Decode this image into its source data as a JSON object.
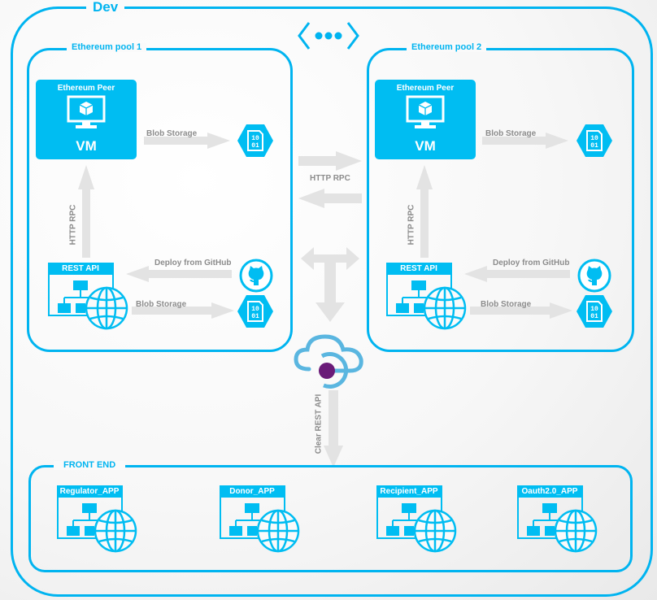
{
  "dev": {
    "label": "Dev"
  },
  "pools": [
    {
      "label": "Ethereum pool 1",
      "peer": {
        "title": "Ethereum Peer",
        "vm": "VM"
      },
      "blob_storage_top": "Blob Storage",
      "http_rpc": "HTTP RPC",
      "rest_api": "REST API",
      "deploy": "Deploy from GitHub",
      "blob_storage_bottom": "Blob Storage",
      "blob_text": [
        "10",
        "01"
      ]
    },
    {
      "label": "Ethereum pool 2",
      "peer": {
        "title": "Ethereum Peer",
        "vm": "VM"
      },
      "blob_storage_top": "Blob Storage",
      "http_rpc": "HTTP RPC",
      "rest_api": "REST API",
      "deploy": "Deploy from GitHub",
      "blob_storage_bottom": "Blob Storage",
      "blob_text": [
        "10",
        "01"
      ]
    }
  ],
  "between_pools": {
    "http_rpc": "HTTP RPC"
  },
  "cloud": {
    "clear_rest_api": "Clear REST API"
  },
  "frontend": {
    "label": "FRONT END",
    "apps": [
      {
        "label": "Regulator_APP"
      },
      {
        "label": "Donor_APP"
      },
      {
        "label": "Recipient_APP"
      },
      {
        "label": "Oauth2.0_APP"
      }
    ]
  },
  "colors": {
    "accent": "#00b4f0",
    "arrow": "#e3e3e3",
    "label": "#8c8c8c",
    "purple": "#6a1b78"
  }
}
